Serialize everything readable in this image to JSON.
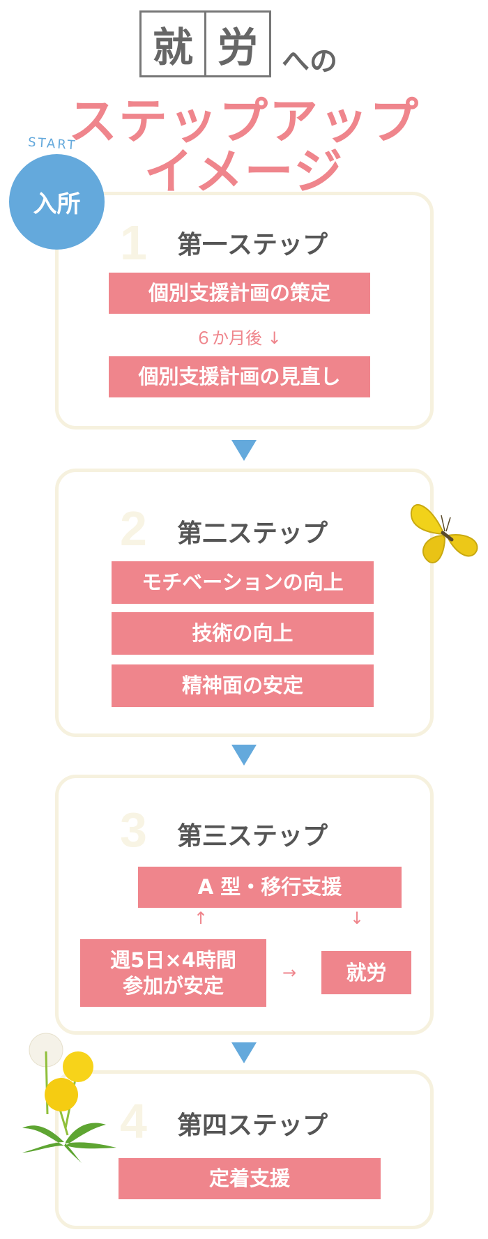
{
  "header": {
    "title_char1": "就",
    "title_char2": "労",
    "title_suffix": "への",
    "line1": "ステップアップ",
    "line2": "イメージ"
  },
  "start": {
    "label": "START",
    "badge": "入所"
  },
  "steps": [
    {
      "number": "1",
      "title": "第一ステップ",
      "items": [
        "個別支援計画の策定",
        "個別支援計画の見直し"
      ],
      "note": "６か月後 ↓"
    },
    {
      "number": "2",
      "title": "第二ステップ",
      "items": [
        "モチベーションの向上",
        "技術の向上",
        "精神面の安定"
      ]
    },
    {
      "number": "3",
      "title": "第三ステップ",
      "items": [
        "A 型・移行支援",
        "週5日×4時間",
        "参加が安定",
        "就労"
      ],
      "arrows": [
        "↑",
        "↓",
        "→"
      ]
    },
    {
      "number": "4",
      "title": "第四ステップ",
      "items": [
        "定着支援"
      ]
    }
  ],
  "colors": {
    "pink": "#ef858c",
    "blue": "#64a9dc",
    "box_border": "#f6f1de"
  }
}
